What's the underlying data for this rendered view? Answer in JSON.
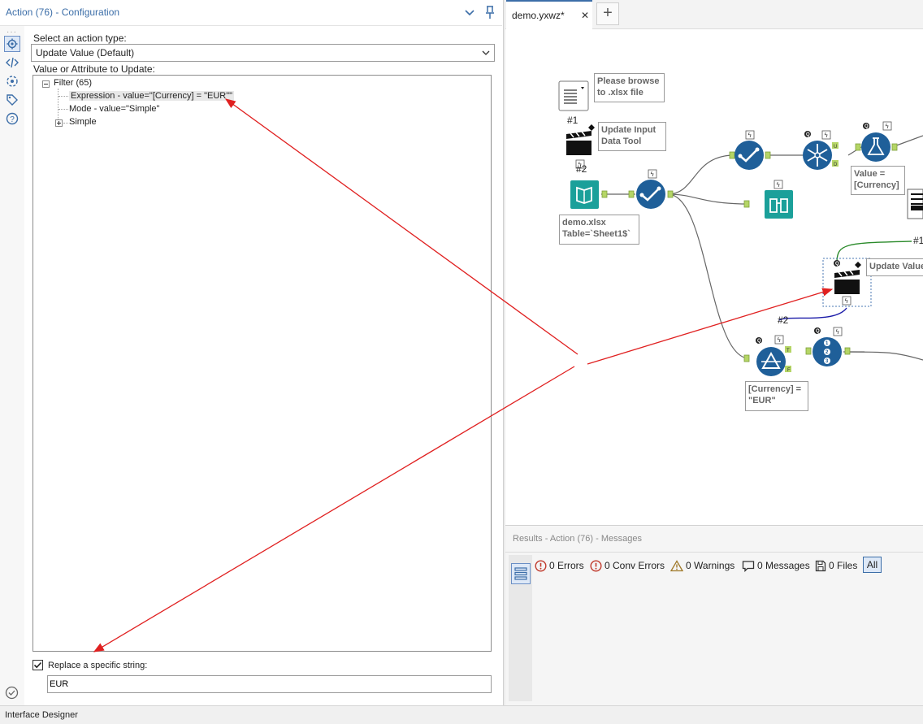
{
  "config": {
    "title": "Action (76) - Configuration",
    "action_type_label": "Select an action type:",
    "action_type_value": "Update Value (Default)",
    "value_attr_label": "Value or Attribute to Update:",
    "tree": {
      "root": "Filter (65)",
      "child1": "Expression - value=\"[Currency] = \"EUR\"\"",
      "child2": "Mode - value=\"Simple\"",
      "child3": "Simple"
    },
    "replace_label": "Replace a specific string:",
    "replace_checked": true,
    "replace_value": "EUR"
  },
  "tabs": {
    "active": "demo.yxwz*",
    "close": "✕",
    "add": "+"
  },
  "canvas": {
    "anno_browse": "Please browse to .xlsx file",
    "anno_update_input": "Update Input Data Tool",
    "anno_demo": "demo.xlsx Table=`Sheet1$`",
    "anno_value": "Value = [Currency]",
    "anno_update_value": "Update Value",
    "anno_currency": "[Currency] = \"EUR\"",
    "tag_1": "#1",
    "tag_2": "#2",
    "tag_2b": "#2",
    "tag_1b": "#1"
  },
  "results": {
    "title": "Results - Action (76) - Messages",
    "errors": "0 Errors",
    "conv_errors": "0 Conv Errors",
    "warnings": "0 Warnings",
    "messages": "0 Messages",
    "files": "0 Files",
    "all": "All"
  },
  "statusbar": {
    "label": "Interface Designer"
  },
  "colors": {
    "accent": "#3c6ea8",
    "tool_blue": "#1f5f99",
    "tool_teal": "#1ba09a",
    "arrow_red": "#e02020"
  }
}
